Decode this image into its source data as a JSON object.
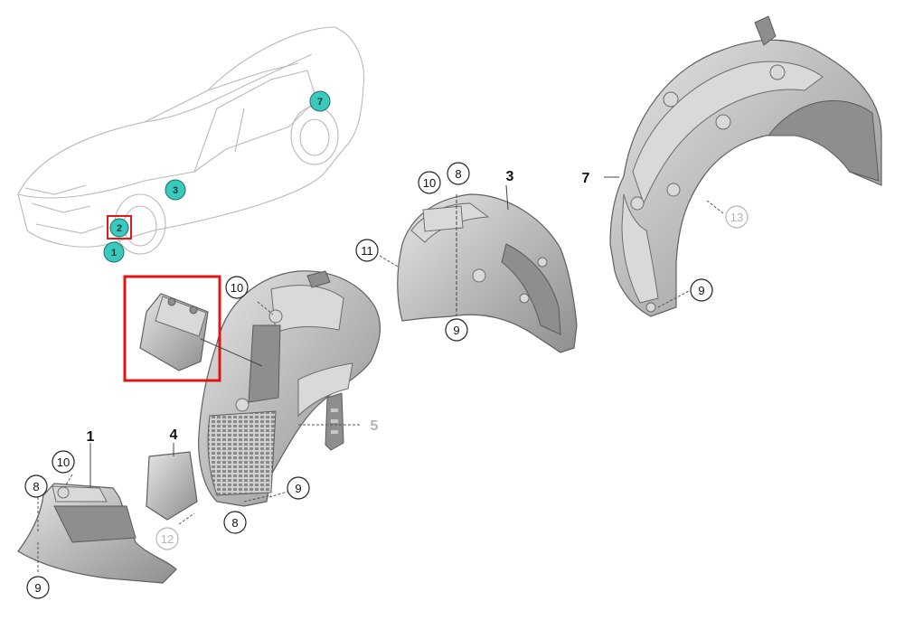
{
  "car_markers": [
    {
      "label": "1",
      "color": "#3cc9bd"
    },
    {
      "label": "2",
      "color": "#3cc9bd",
      "highlight": "#d81c1c"
    },
    {
      "label": "3",
      "color": "#3cc9bd"
    },
    {
      "label": "7",
      "color": "#3cc9bd"
    }
  ],
  "callouts": {
    "c10_top": "10",
    "c8_top": "8",
    "c11": "11",
    "c9_mid": "9",
    "c9_right": "9",
    "c13": "13",
    "c10_center": "10",
    "c9_center": "9",
    "c8_center": "8",
    "c12": "12",
    "c10_left": "10",
    "c8_left": "8",
    "c9_left": "9"
  },
  "part_labels": {
    "p3": "3",
    "p7": "7",
    "p5": "5",
    "p4": "4",
    "p1": "1"
  },
  "highlight_box_color": "#e01515"
}
